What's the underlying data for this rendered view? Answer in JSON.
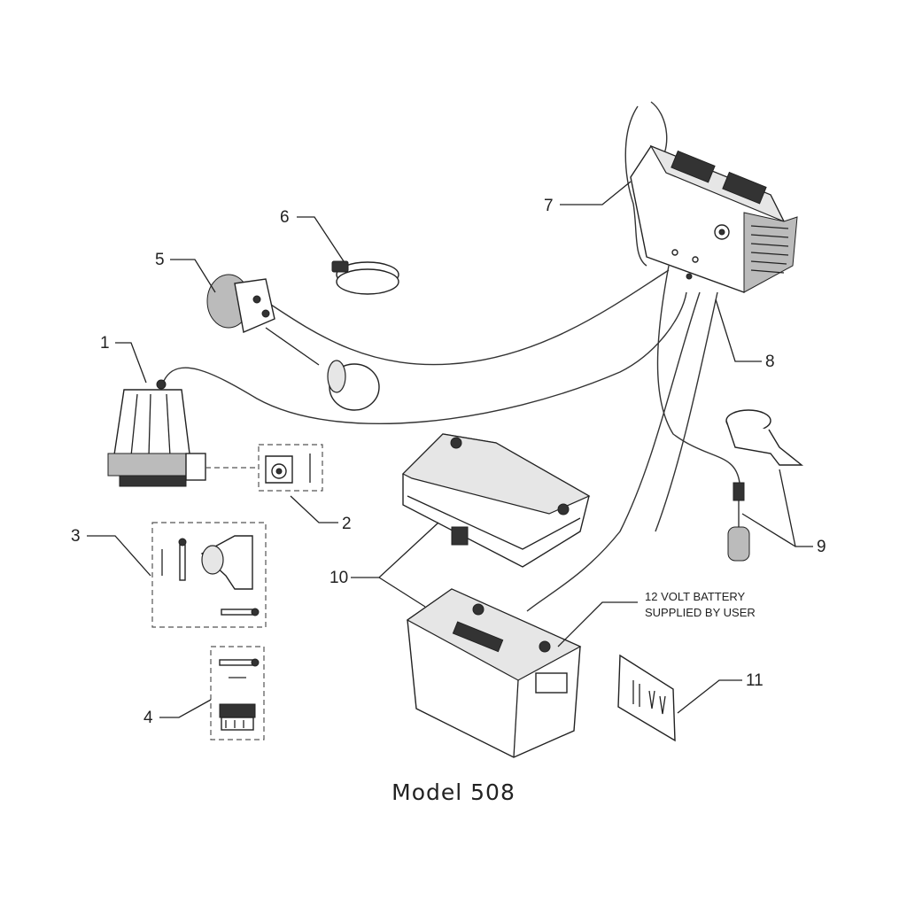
{
  "diagram": {
    "caption": "Model 508",
    "battery_note_line1": "12 VOLT BATTERY",
    "battery_note_line2": "SUPPLIED BY USER",
    "callouts": [
      {
        "id": "1",
        "label": "1"
      },
      {
        "id": "2",
        "label": "2"
      },
      {
        "id": "3",
        "label": "3"
      },
      {
        "id": "4",
        "label": "4"
      },
      {
        "id": "5",
        "label": "5"
      },
      {
        "id": "6",
        "label": "6"
      },
      {
        "id": "7",
        "label": "7"
      },
      {
        "id": "8",
        "label": "8"
      },
      {
        "id": "9",
        "label": "9"
      },
      {
        "id": "10",
        "label": "10"
      },
      {
        "id": "11",
        "label": "11"
      }
    ]
  }
}
